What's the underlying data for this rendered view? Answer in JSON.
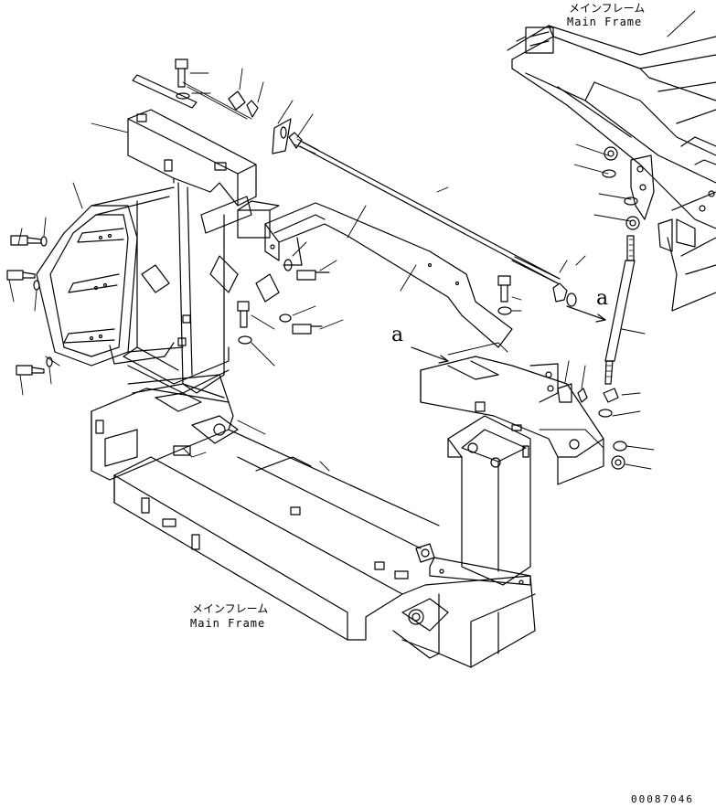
{
  "labels": {
    "main_frame_top_jp": "メインフレーム",
    "main_frame_top_en": "Main Frame",
    "main_frame_bottom_jp": "メインフレーム",
    "main_frame_bottom_en": "Main Frame",
    "view_a_left": "a",
    "view_a_right": "a"
  },
  "document_number": "00087046",
  "colors": {
    "line": "#000000",
    "background": "#ffffff"
  }
}
